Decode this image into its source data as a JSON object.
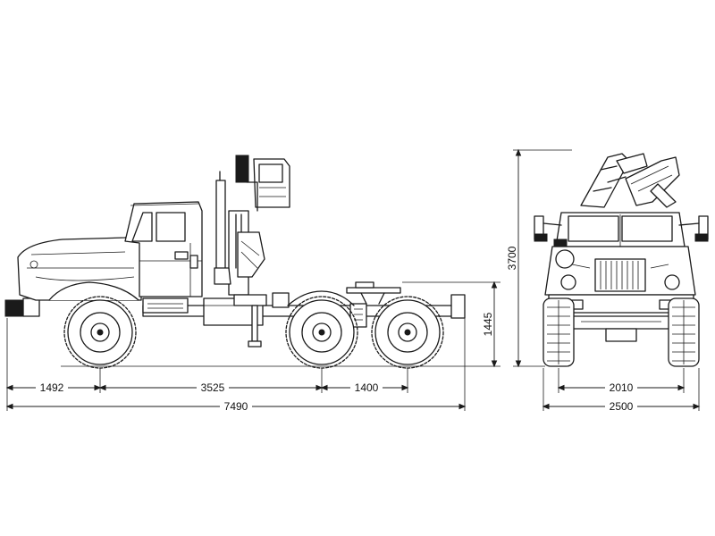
{
  "dimensions": {
    "front_overhang": "1492",
    "wheelbase": "3525",
    "rear_axle_spacing": "1400",
    "overall_length": "7490",
    "height": "3700",
    "fifth_wheel_height": "1445",
    "track": "2010",
    "overall_width": "2500"
  },
  "colors": {
    "line": "#1a1a1a",
    "background": "#ffffff"
  }
}
